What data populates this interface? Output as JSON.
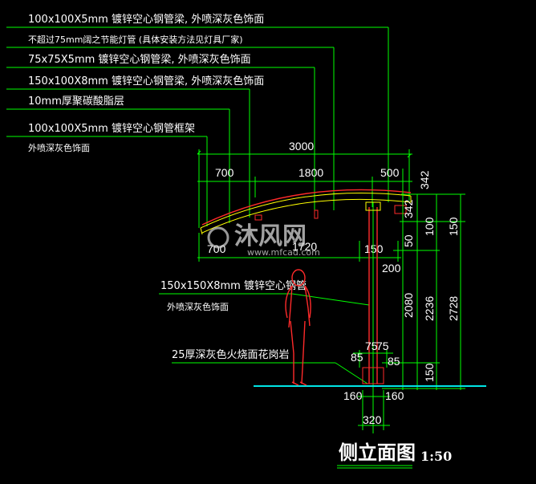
{
  "labels": {
    "l1": "100x100X5mm 镀锌空心钢管梁, 外喷深灰色饰面",
    "l2": "不超过75mm阔之节能灯管 (具体安装方法见灯具厂家)",
    "l3": "75x75X5mm 镀锌空心钢管梁, 外喷深灰色饰面",
    "l4": "150x100X8mm 镀锌空心钢管梁, 外喷深灰色饰面",
    "l5": "10mm厚聚碳酸脂层",
    "l6a": "100x100X5mm 镀锌空心钢管框架",
    "l6b": "外喷深灰色饰面",
    "l7a": "150x150X8mm 镀锌空心钢管",
    "l7b": "外喷深灰色饰面",
    "l8": "25厚深灰色火烧面花岗岩"
  },
  "dims": {
    "top_total": "3000",
    "top_a": "700",
    "top_b": "1800",
    "top_c": "500",
    "low_a": "700",
    "low_b": "1720",
    "low_c": "150",
    "low_d": "200",
    "right_342a": "342",
    "right_342b": "342",
    "right_100": "100",
    "right_150a": "150",
    "right_50": "50",
    "right_2080": "2080",
    "right_2236": "2236",
    "right_2728": "2728",
    "right_150b": "150",
    "base_85a": "85",
    "base_75a": "75",
    "base_75b": "75",
    "base_85b": "85",
    "base_160a": "160",
    "base_160b": "160",
    "base_320": "320"
  },
  "title": {
    "text": "侧立面图",
    "scale": "1:50"
  },
  "watermark": {
    "text": "沐风网",
    "url": "www.mfcad.com"
  }
}
